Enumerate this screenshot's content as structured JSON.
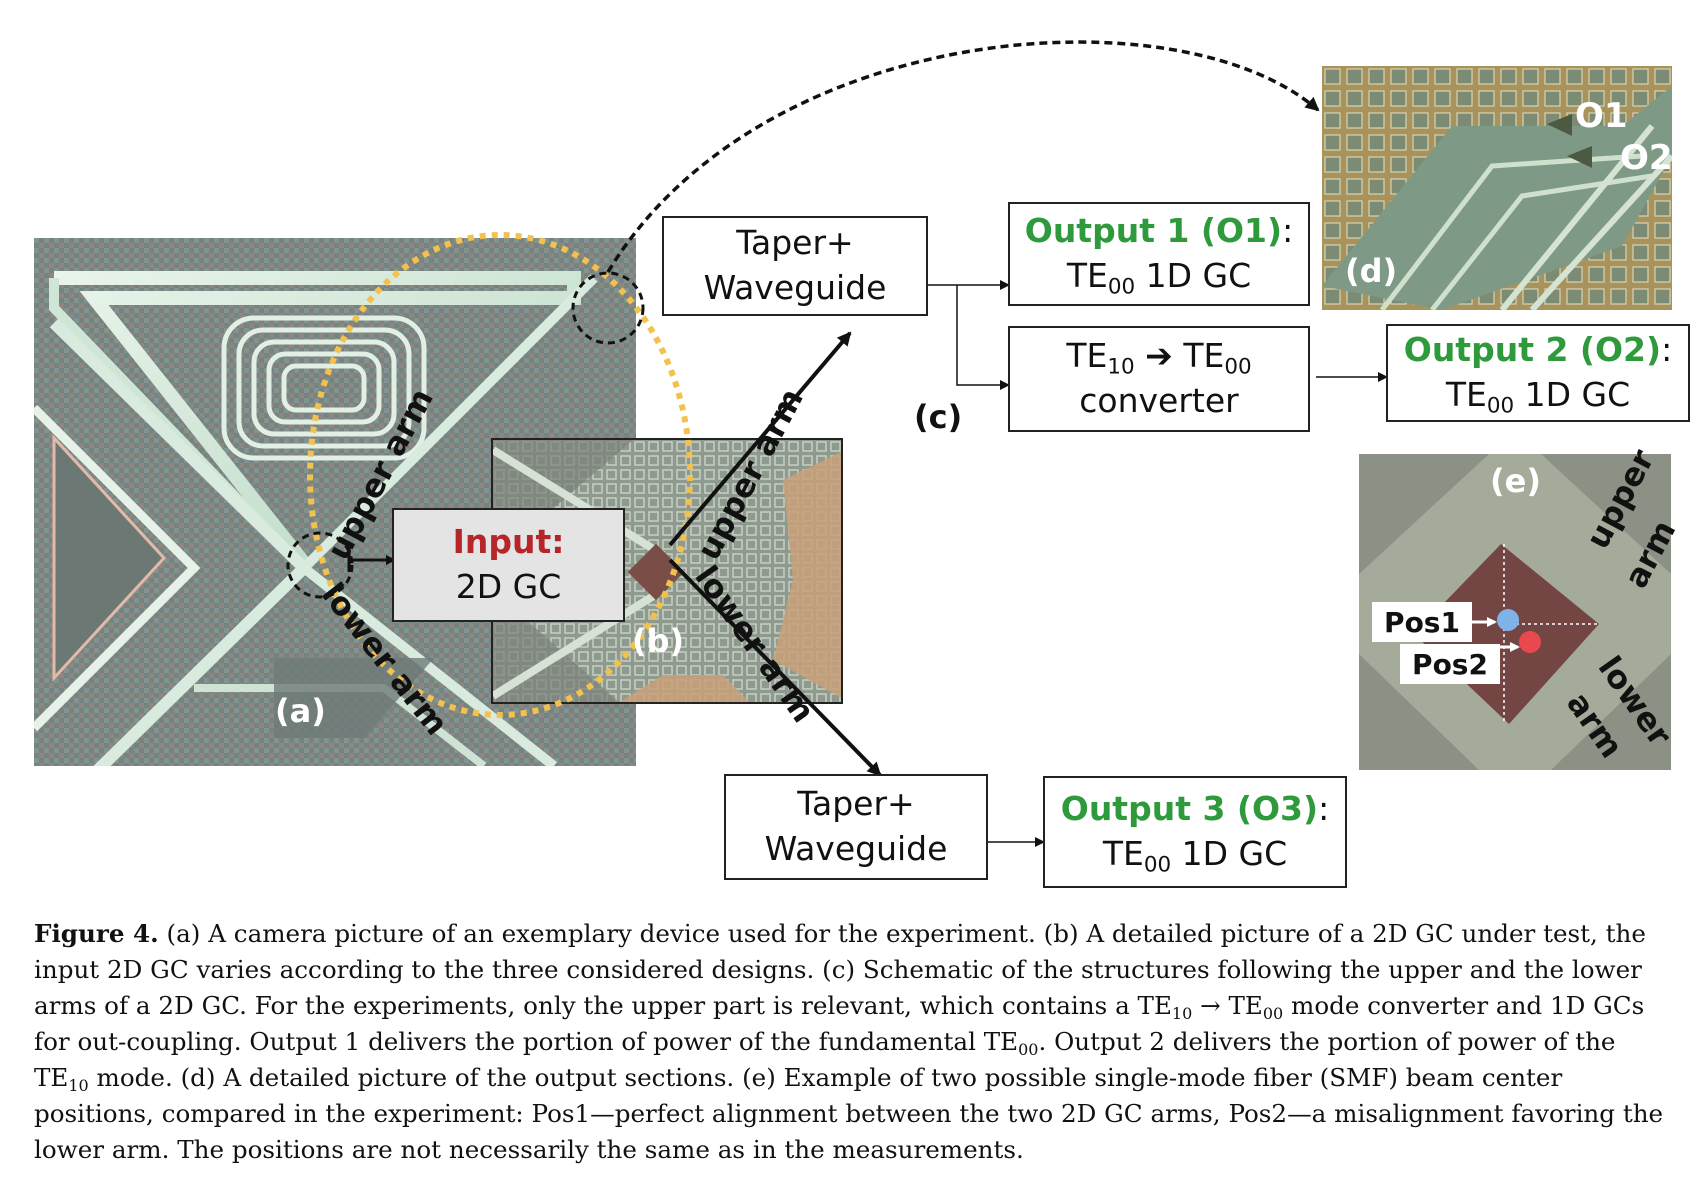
{
  "colors": {
    "output_green": "#2e9a3c",
    "input_red": "#b5252a",
    "dot_blue": "#7fb2e6",
    "dot_red": "#e8484e",
    "ring_yellow": "#f2c14e"
  },
  "panels": {
    "a": "(a)",
    "b": "(b)",
    "c": "(c)",
    "d": "(d)",
    "e": "(e)"
  },
  "arm_labels": {
    "upper": "upper arm",
    "lower": "lower arm"
  },
  "input_box": {
    "title": "Input:",
    "sub": "2D GC"
  },
  "taper_box": {
    "line1": "Taper+",
    "line2": "Waveguide"
  },
  "taper_box_lower": {
    "line1": "Taper+",
    "line2": "Waveguide"
  },
  "output1": {
    "title": "Output 1 (O1)",
    "colon": ":",
    "mode": "TE",
    "mode_sub": "00",
    "rest": " 1D GC"
  },
  "converter": {
    "from": "TE",
    "from_sub": "10",
    "arrow": "➔",
    "to": "TE",
    "to_sub": "00",
    "line2": "converter"
  },
  "output2": {
    "title": "Output 2 (O2)",
    "colon": ":",
    "mode": "TE",
    "mode_sub": "00",
    "rest": " 1D GC"
  },
  "output3": {
    "title": "Output 3 (O3)",
    "colon": ":",
    "mode": "TE",
    "mode_sub": "00",
    "rest": " 1D GC"
  },
  "panel_d": {
    "o1": "O1",
    "o2": "O2"
  },
  "panel_e": {
    "upper1": "upper",
    "upper2": "arm",
    "lower1": "lower",
    "lower2": "arm",
    "pos1": "Pos1",
    "pos2": "Pos2"
  },
  "caption": {
    "figure": "Figure 4.",
    "t1": " (a) A camera picture of an exemplary device used for the experiment. (b) A detailed picture of a 2D GC under test, the input 2D GC varies according to the three considered designs. (c) Schematic of the structures following the upper and the lower arms of a 2D GC. For the experiments, only the upper part is relevant, which contains a TE",
    "s1": "10",
    "t2": " → TE",
    "s2": "00",
    "t3": " mode converter and 1D GCs for out-coupling. Output 1 delivers the portion of power of the fundamental TE",
    "s3": "00",
    "t4": ". Output 2 delivers the portion of power of the TE",
    "s4": "10",
    "t5": " mode. (d) A detailed picture of the output sections. (e) Example of two possible single-mode fiber (SMF) beam center positions, compared in the experiment: Pos1—perfect alignment between the two 2D GC arms, Pos2—a misalignment favoring the lower arm. The positions are not necessarily the same as in the measurements."
  }
}
